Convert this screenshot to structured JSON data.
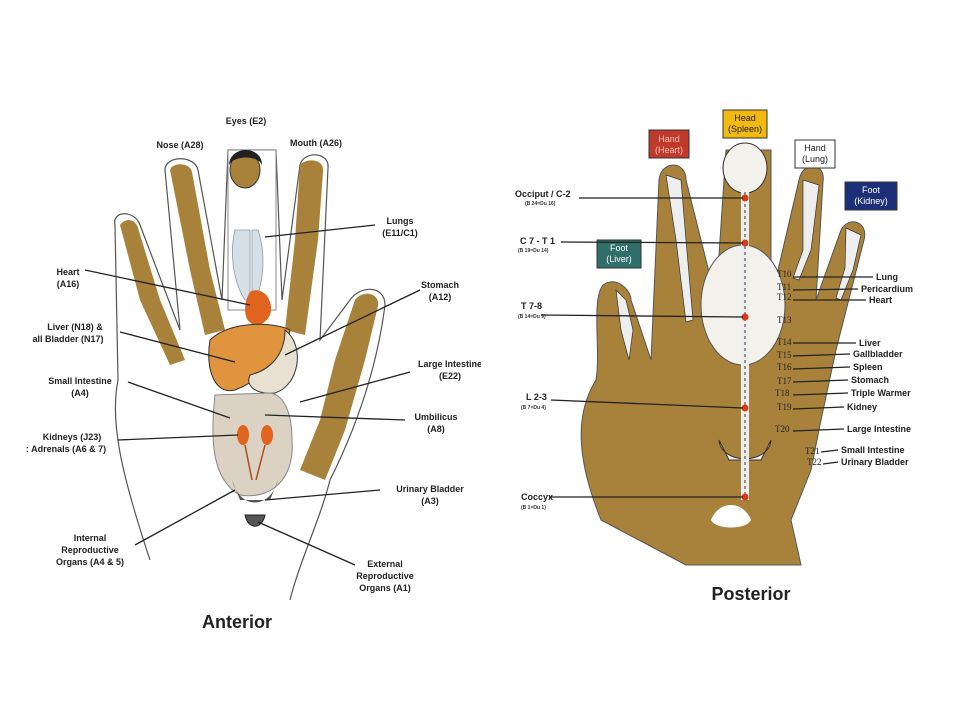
{
  "anterior": {
    "title": "Anterior",
    "labels": {
      "eyes": "Eyes (E2)",
      "nose": "Nose (A28)",
      "mouth": "Mouth (A26)",
      "lungs_1": "Lungs",
      "lungs_2": "(E11/C1)",
      "heart_1": "Heart",
      "heart_2": "(A16)",
      "stomach_1": "Stomach",
      "stomach_2": "(A12)",
      "liver_1": "Liver (N18) &",
      "liver_2": "all Bladder (N17)",
      "large_int_1": "Large Intestine",
      "large_int_2": "(E22)",
      "small_int_1": "Small Intestine",
      "small_int_2": "(A4)",
      "umbilicus_1": "Umbilicus",
      "umbilicus_2": "(A8)",
      "kidneys_1": "Kidneys (J23)",
      "kidneys_2": ": Adrenals (A6 & 7)",
      "bladder_1": "Urinary Bladder",
      "bladder_2": "(A3)",
      "int_repro_1": "Internal",
      "int_repro_2": "Reproductive",
      "int_repro_3": "Organs (A4 & 5)",
      "ext_repro_1": "External",
      "ext_repro_2": "Reproductive",
      "ext_repro_3": "Organs (A1)"
    }
  },
  "posterior": {
    "title": "Posterior",
    "boxes": {
      "hand_heart_1": "Hand",
      "hand_heart_2": "(Heart)",
      "head_spleen_1": "Head",
      "head_spleen_2": "(Spleen)",
      "hand_lung_1": "Hand",
      "hand_lung_2": "(Lung)",
      "foot_kidney_1": "Foot",
      "foot_kidney_2": "(Kidney)",
      "foot_liver_1": "Foot",
      "foot_liver_2": "(Liver)"
    },
    "spine_labels": {
      "occiput": "Occiput / C-2",
      "occiput_sub": "(B 24=Du 16)",
      "c7t1": "C 7 - T 1",
      "c7t1_sub": "(B 19=Du 14)",
      "t78": "T 7-8",
      "t78_sub": "(B 14=Du 9)",
      "l23": "L 2-3",
      "l23_sub": "(B 7=Du 4)",
      "coccyx": "Coccyx",
      "coccyx_sub": "(B 1=Du 1)"
    },
    "vertebra_labels": [
      "T10",
      "T11",
      "T12",
      "T13",
      "T14",
      "T15",
      "T16",
      "T17",
      "T18",
      "T19",
      "T20",
      "T21",
      "T22"
    ],
    "organ_labels": [
      "Lung",
      "Pericardium",
      "Heart",
      "Liver",
      "Gallbladder",
      "Spleen",
      "Stomach",
      "Triple Warmer",
      "Kidney",
      "Large Intestine",
      "Small Intestine",
      "Urinary Bladder"
    ]
  },
  "colors": {
    "skin": "#a8823a",
    "organ_orange": "#e0641e",
    "hand_heart_box": "#c0392b",
    "head_spleen_box": "#f2b90f",
    "foot_kidney_box": "#1e2f7a",
    "foot_liver_box": "#2f6f6a",
    "spine_point": "#d63a1a"
  }
}
